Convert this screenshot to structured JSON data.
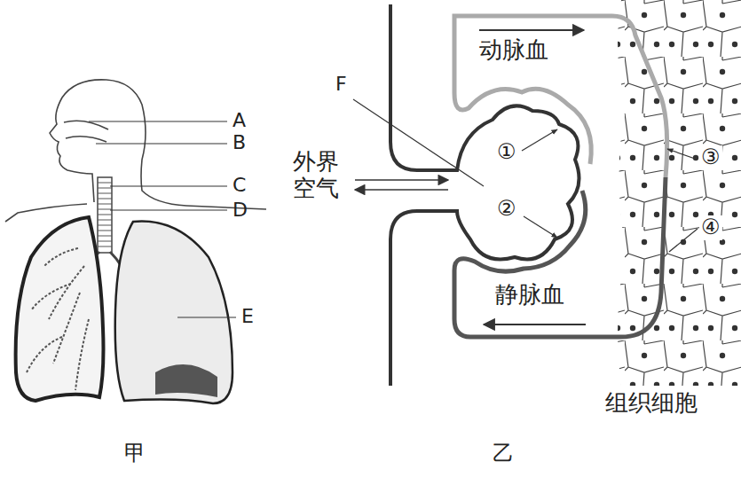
{
  "diagram": {
    "labels": [
      "A",
      "B",
      "C",
      "D",
      "E",
      "F",
      "外界 空气",
      "动脉血",
      "静脉血",
      "①",
      "②",
      "③",
      "④",
      "组织细胞",
      "甲",
      "乙"
    ]
  }
}
